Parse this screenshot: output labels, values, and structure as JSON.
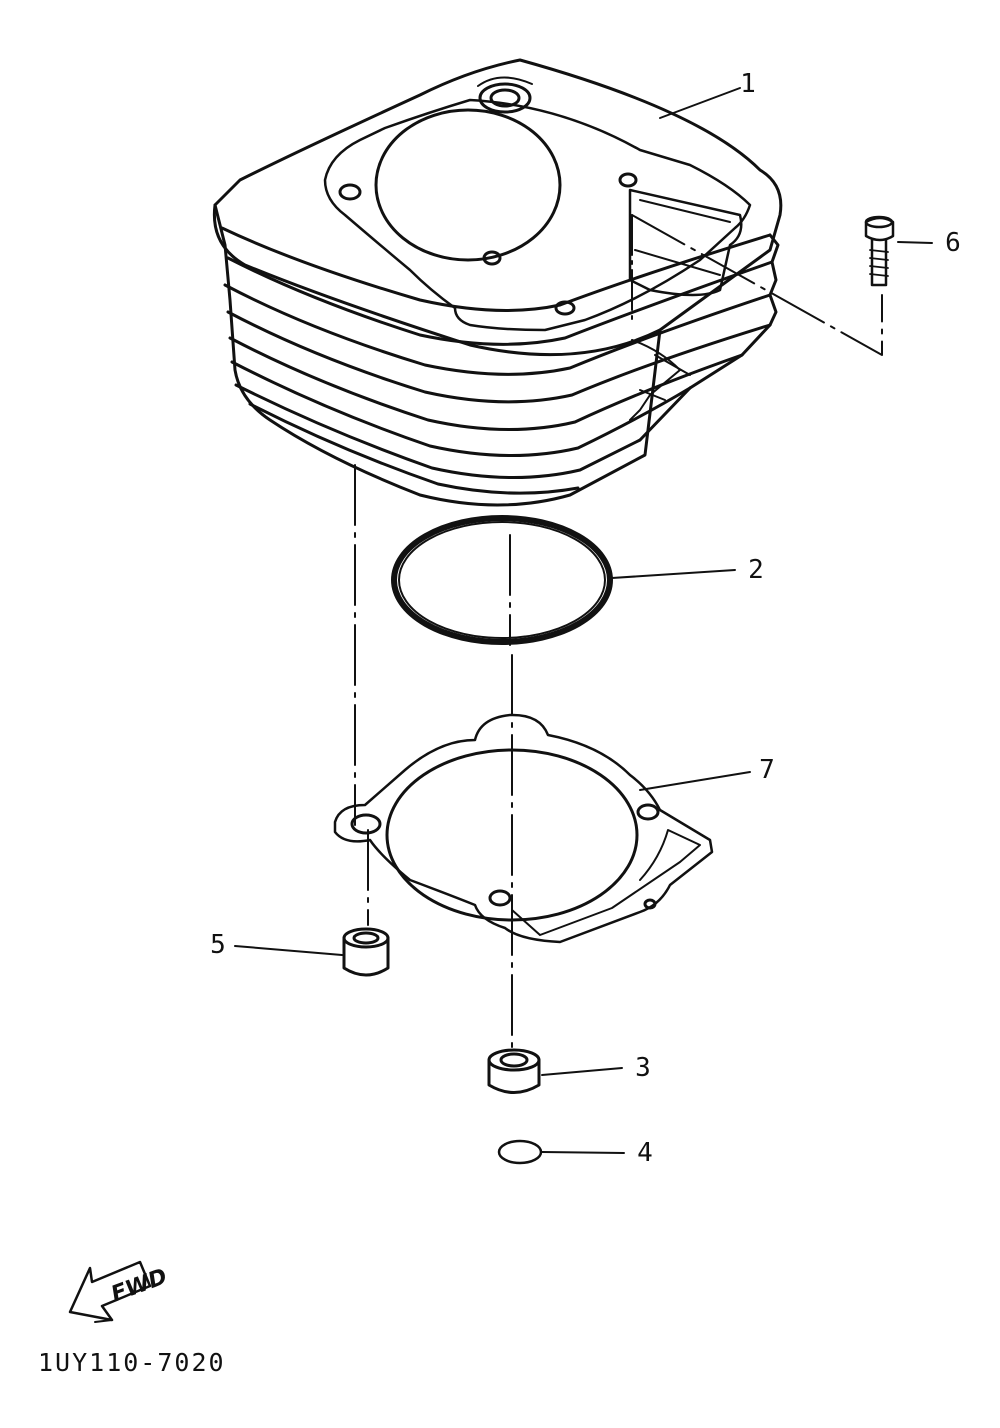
{
  "diagram": {
    "callouts": [
      {
        "id": "1",
        "label": "1"
      },
      {
        "id": "2",
        "label": "2"
      },
      {
        "id": "3",
        "label": "3"
      },
      {
        "id": "4",
        "label": "4"
      },
      {
        "id": "5",
        "label": "5"
      },
      {
        "id": "6",
        "label": "6"
      },
      {
        "id": "7",
        "label": "7"
      }
    ],
    "direction_marker": "FWD",
    "reference_code": "1UY110-7020"
  },
  "colors": {
    "ink": "#111111",
    "paper": "#ffffff"
  }
}
